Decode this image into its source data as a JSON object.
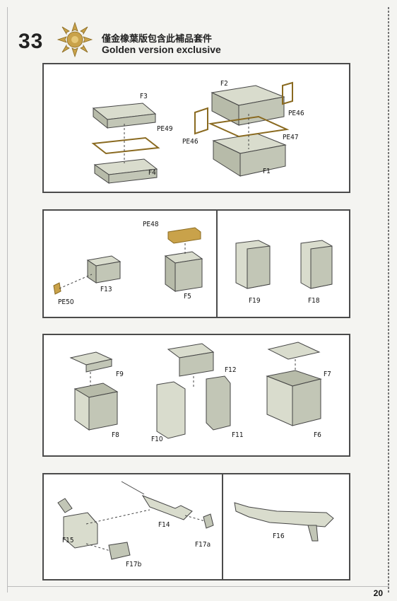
{
  "header": {
    "step_number": "33",
    "title_cn": "僅金橡葉版包含此補品套件",
    "title_en": "Golden version exclusive",
    "icon": "oak-leaf-emblem-icon"
  },
  "panels": {
    "p1": {
      "labels": {
        "f3": "F3",
        "pe49": "PE49",
        "f4": "F4",
        "f2": "F2",
        "pe46a": "PE46",
        "pe46b": "PE46",
        "pe47": "PE47",
        "f1": "F1"
      }
    },
    "p2": {
      "labels": {
        "pe48": "PE48",
        "f13": "F13",
        "pe50": "PE50",
        "f5": "F5",
        "f19": "F19",
        "f18": "F18"
      }
    },
    "p3": {
      "labels": {
        "f9": "F9",
        "f8": "F8",
        "f12": "F12",
        "f10": "F10",
        "f11": "F11",
        "f7": "F7",
        "f6": "F6"
      }
    },
    "p4": {
      "labels": {
        "f14": "F14",
        "f15": "F15",
        "f17a": "F17a",
        "f17b": "F17b",
        "f16": "F16"
      }
    }
  },
  "page_number": "20",
  "colors": {
    "part_fill": "#d9dccd",
    "part_stroke": "#444444",
    "photo_etch": "#c9a24a",
    "panel_border": "#4b4b4b"
  }
}
